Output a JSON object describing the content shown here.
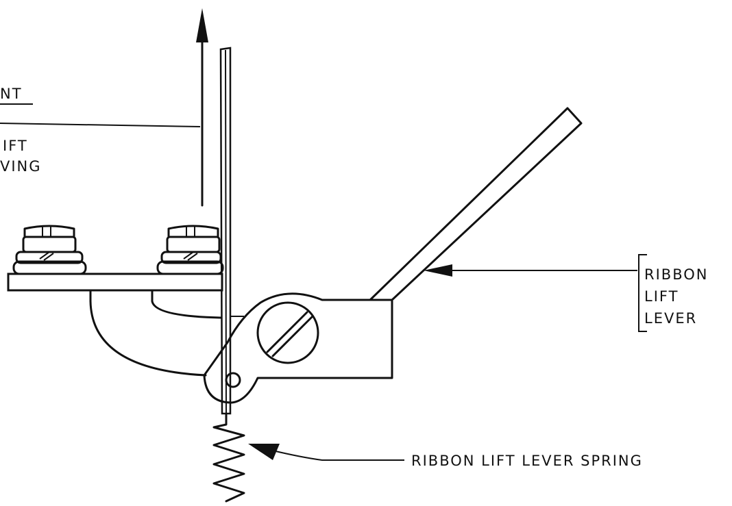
{
  "labels": {
    "adjustment_fragment": "NT",
    "lift_fragment": "IFT",
    "spring_fragment": "VING",
    "ribbon_lift_lever_line1": "RIBBON",
    "ribbon_lift_lever_line2": "LIFT",
    "ribbon_lift_lever_line3": "LEVER",
    "ribbon_lift_lever_spring": "RIBBON LIFT LEVER SPRING"
  }
}
